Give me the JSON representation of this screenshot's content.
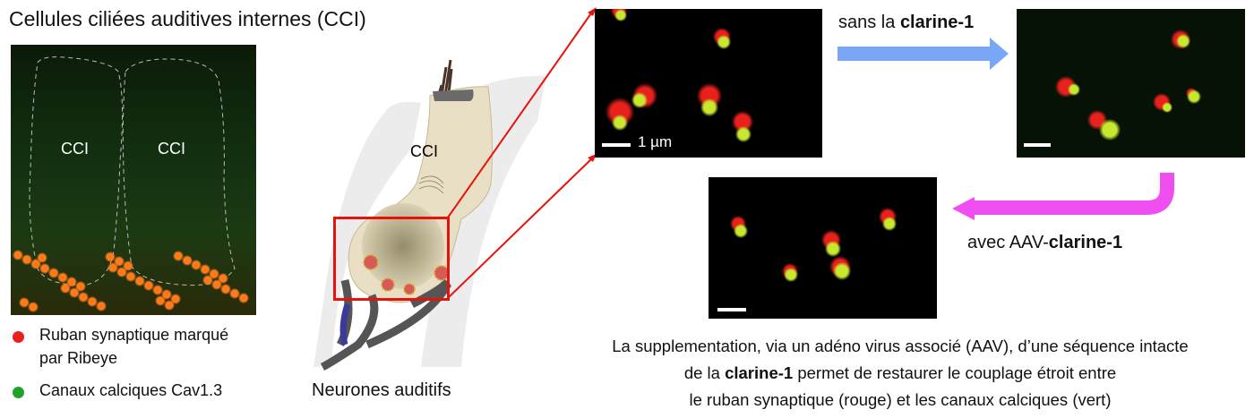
{
  "title": "Cellules ciliées auditives internes (CCI)",
  "micrograph": {
    "cell_label_1": "CCI",
    "cell_label_2": "CCI"
  },
  "legend": [
    {
      "line1": "Ruban synaptique marqué",
      "line2": "par Ribeye",
      "color": "#e8211c"
    },
    {
      "line1": "Canaux calciques Cav1.3",
      "color": "#1fa32a"
    }
  ],
  "diagram": {
    "cell_label": "CCI",
    "neurons_label": "Neurones auditifs"
  },
  "images": {
    "scale_label": "1 µm"
  },
  "arrows": {
    "without": {
      "prefix": "sans la ",
      "bold": "clarine-1",
      "color": "#7aa7f5"
    },
    "with": {
      "prefix": "avec AAV-",
      "bold": "clarine-1",
      "color": "#f04ef0"
    }
  },
  "caption": {
    "line1": "La supplementation, via un adéno virus associé (AAV), d’une séquence intacte",
    "line2_prefix": "de la ",
    "line2_bold": "clarine-1",
    "line2_suffix": " permet de restaurer le couplage étroit entre",
    "line3": "le ruban synaptique (rouge) et les canaux calciques (vert)"
  }
}
